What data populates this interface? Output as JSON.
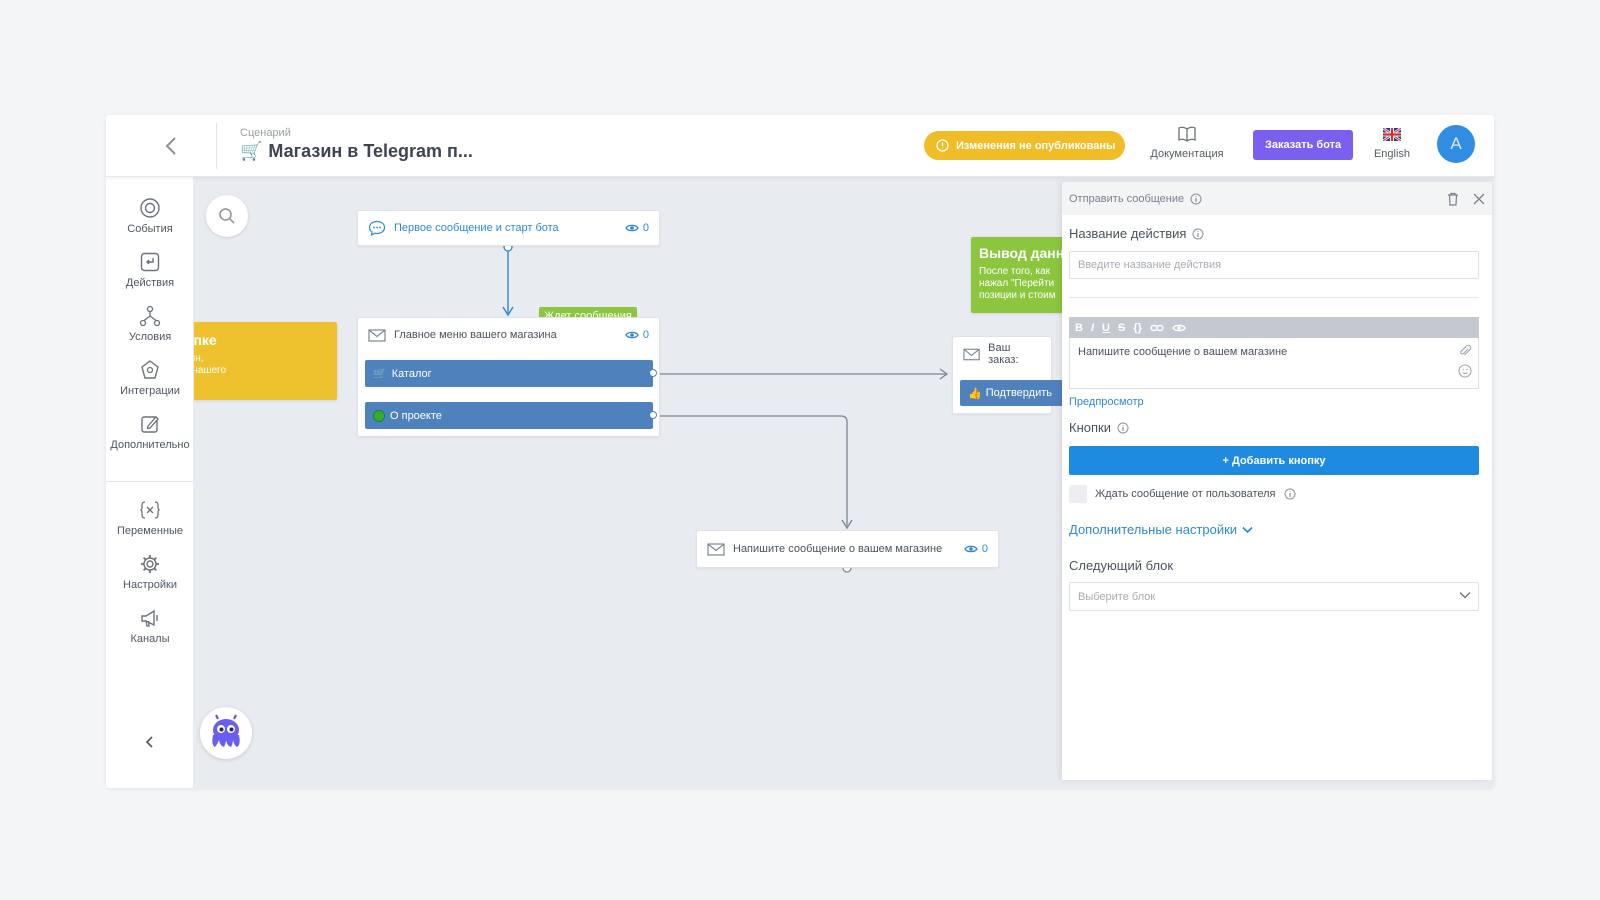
{
  "header": {
    "scenario_caption": "Сценарий",
    "scenario_title": "Магазин в Telegram п...",
    "warning": "Изменения не опубликованы",
    "docs_label": "Документация",
    "order_button": "Заказать бота",
    "language": "English",
    "avatar_letter": "A"
  },
  "sidebar": {
    "items": [
      {
        "label": "События",
        "icon": "target-icon"
      },
      {
        "label": "Действия",
        "icon": "action-icon"
      },
      {
        "label": "Условия",
        "icon": "branch-icon"
      },
      {
        "label": "Интеграции",
        "icon": "integration-icon"
      },
      {
        "label": "Дополнительно",
        "icon": "edit-icon"
      },
      {
        "label": "Переменные",
        "icon": "variable-icon"
      },
      {
        "label": "Настройки",
        "icon": "gear-icon"
      },
      {
        "label": "Каналы",
        "icon": "megaphone-icon"
      }
    ]
  },
  "canvas": {
    "note_yellow": {
      "title": "ин в кнопке",
      "line1": "жный магазин,",
      "line2": "енте роста\" нашего"
    },
    "note_green": {
      "title": "Вывод данн",
      "line1": "После того, как",
      "line2": "нажал \"Перейти",
      "line3": "позиции и стоим"
    },
    "node_start": {
      "label": "Первое сообщение и старт бота",
      "views": "0"
    },
    "node_menu": {
      "label": "Главное меню вашего магазина",
      "views": "0",
      "wait_tag": "Ждет сообщения",
      "buttons": [
        "Каталог",
        "О проекте"
      ]
    },
    "node_order": {
      "label": "Ваш заказ:",
      "button": "Подтвердить"
    },
    "node_write": {
      "label": "Напишите сообщение о вашем магазине",
      "views": "0"
    }
  },
  "panel": {
    "title": "Отправить сообщение",
    "action_name_label": "Название действия",
    "action_name_placeholder": "Введите название действия",
    "toolbar": [
      "B",
      "I",
      "U",
      "S",
      "{}"
    ],
    "message_text": "Напишите сообщение о вашем магазине",
    "preview_link": "Предпросмотр",
    "buttons_label": "Кнопки",
    "add_button": "+ Добавить кнопку",
    "wait_message_label": "Ждать сообщение от пользователя",
    "more_settings": "Дополнительные настройки",
    "next_block_label": "Следующий блок",
    "next_block_placeholder": "Выберите блок"
  },
  "colors": {
    "accent_blue": "#1f8be0",
    "purple": "#7a5ff0",
    "warning_yellow": "#f0bd26",
    "green": "#8cc63f",
    "button_blue": "#4f81bd"
  }
}
